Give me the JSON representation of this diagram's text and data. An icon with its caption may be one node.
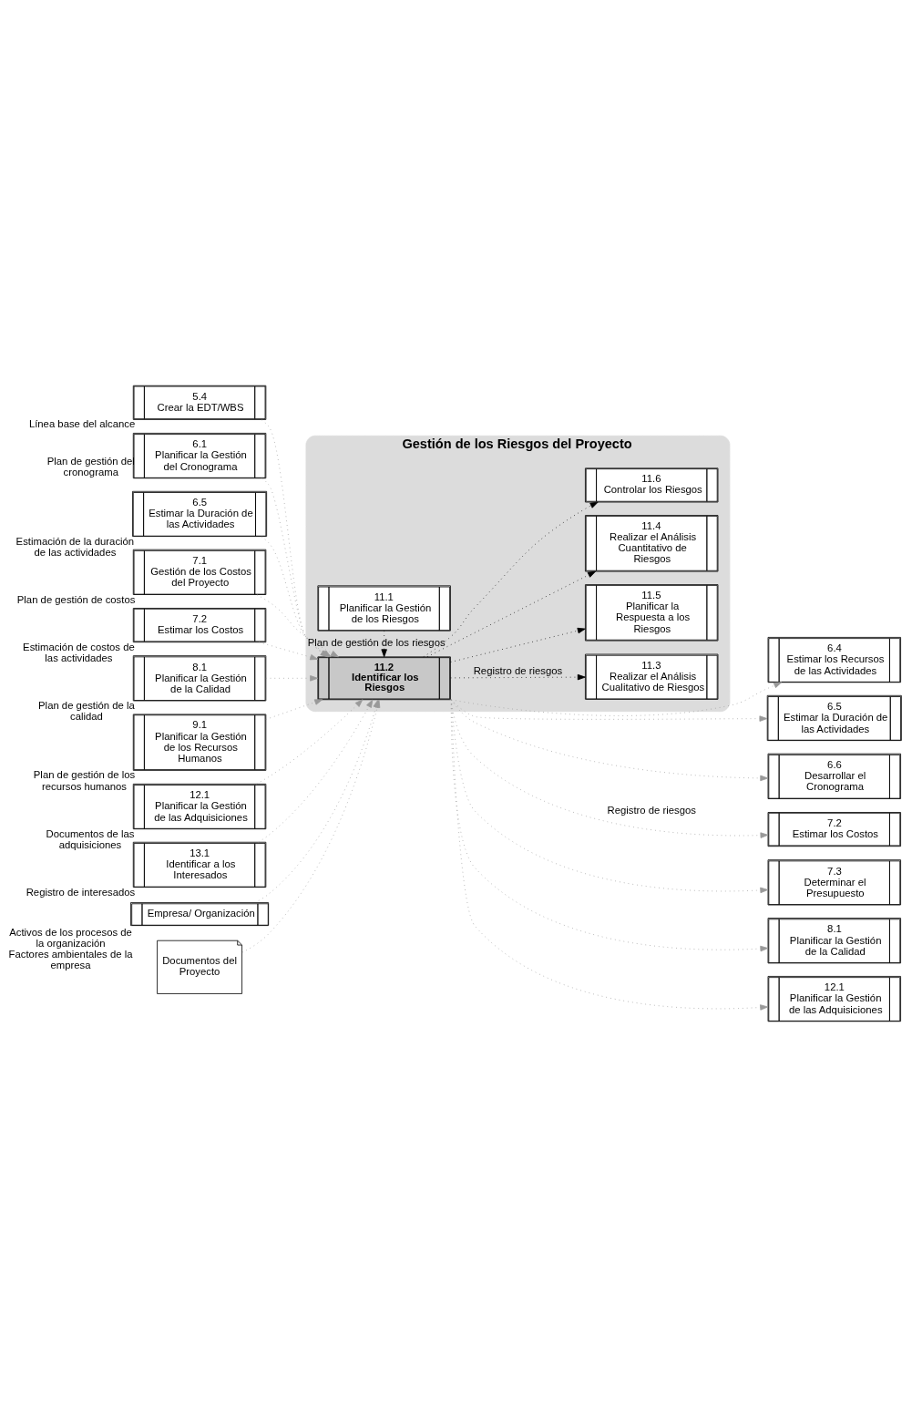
{
  "diagram": {
    "nodes": [
      {
        "text": [
          "5.4",
          "Crear la EDT/WBS"
        ],
        "beside": [
          "Línea base del alcance"
        ]
      },
      {
        "text": [
          "6.1",
          "Planificar la Gestión del Cronograma"
        ],
        "beside": [
          "Plan de gestión del cronograma"
        ]
      },
      {
        "text": [
          "6.5",
          "Estimar la Duración de las Actividades"
        ],
        "beside": [
          "Estimación de la duración de las actividades"
        ]
      },
      {
        "text": [
          "7.1",
          "Gestión de los Costos del Proyecto"
        ],
        "beside": [
          "Plan de gestión de costos"
        ]
      },
      {
        "text": [
          "7.2",
          "Estimar los Costos"
        ],
        "beside": [
          "Estimación de costos de las actividades"
        ]
      },
      {
        "text": [
          "8.1",
          "Planificar la Gestión de la Calidad"
        ],
        "beside": [
          "Plan de gestión de la calidad"
        ]
      },
      {
        "text": [
          "9.1",
          "Planificar la Gestión de los Recursos Humanos"
        ],
        "beside": [
          "Plan de gestión de los recursos humanos"
        ]
      },
      {
        "text": [
          "12.1",
          "Planificar la Gestión de las Adquisiciones"
        ],
        "beside": [
          "Documentos de las adquisiciones"
        ]
      },
      {
        "text": [
          "13.1",
          "Identificar a los Interesados"
        ],
        "beside": [
          "Registro de interesados"
        ]
      },
      {
        "text": [
          "Empresa/ Organización"
        ],
        "beside": [
          "Activos de los procesos de la organización",
          "Factores ambientales de la empresa"
        ]
      },
      {
        "text": [
          "Documentos del Proyecto"
        ]
      },
      {
        "text": [
          "Gestión de los Riesgos del Proyecto"
        ]
      },
      {
        "text": [
          "11.1",
          "Planificar la Gestión de los Riesgos"
        ],
        "in": 11
      },
      {
        "text": [
          "11.2",
          "Identificar los Riesgos"
        ],
        "in": 11
      },
      {
        "text": [
          "11.3",
          "Realizar el Análisis Cualitativo de Riesgos"
        ],
        "in": 11
      },
      {
        "text": [
          "11.5",
          "Planificar la Respuesta a los Riesgos"
        ],
        "in": 11
      },
      {
        "text": [
          "11.4",
          "Realizar el Análisis Cuantitativo de Riesgos"
        ],
        "in": 11
      },
      {
        "text": [
          "11.6",
          "Controlar los Riesgos"
        ],
        "in": 11
      },
      {
        "text": [
          "6.4",
          "Estimar los Recursos de las Actividades"
        ]
      },
      {
        "text": [
          "6.5",
          "Estimar la Duración de las Actividades"
        ]
      },
      {
        "text": [
          "6.6",
          "Desarrollar el Cronograma"
        ]
      },
      {
        "text": [
          "7.2",
          "Estimar los Costos"
        ]
      },
      {
        "text": [
          "7.3",
          "Determinar el Presupuesto"
        ]
      },
      {
        "text": [
          "8.1",
          "Planificar la Gestión de la Calidad"
        ]
      },
      {
        "text": [
          "12.1",
          "Planificar la Gestión de las Adquisiciones"
        ]
      }
    ],
    "edges": [
      {
        "from": 0,
        "to": 13,
        "arrow": "to",
        "style": "dashed"
      },
      {
        "from": 1,
        "to": 13,
        "arrow": "to",
        "style": "dashed"
      },
      {
        "from": 2,
        "to": 13,
        "arrow": "to",
        "style": "dashed"
      },
      {
        "from": 3,
        "to": 13,
        "arrow": "to",
        "style": "dashed"
      },
      {
        "from": 4,
        "to": 13,
        "arrow": "to",
        "style": "dashed"
      },
      {
        "from": 5,
        "to": 13,
        "arrow": "to",
        "style": "dashed"
      },
      {
        "from": 6,
        "to": 13,
        "arrow": "to",
        "style": "dashed"
      },
      {
        "from": 7,
        "to": 13,
        "arrow": "to",
        "style": "dashed"
      },
      {
        "from": 8,
        "to": 13,
        "arrow": "to",
        "style": "dashed"
      },
      {
        "from": 9,
        "to": 13,
        "arrow": "to",
        "style": "dashed"
      },
      {
        "from": 10,
        "to": 13,
        "arrow": "to",
        "style": "dashed"
      },
      {
        "from": 12,
        "to": 13,
        "label": "Plan de gestión de los riesgos",
        "arrow": "to",
        "style": "dashed",
        "color": "#000000"
      },
      {
        "from": 13,
        "to": 14,
        "label": "Registro de riesgos",
        "arrow": "to",
        "style": "dashed",
        "color": "#000000"
      },
      {
        "from": 13,
        "to": 15,
        "arrow": "to",
        "style": "dashed",
        "color": "#000000"
      },
      {
        "from": 13,
        "to": 16,
        "arrow": "to",
        "style": "dashed",
        "color": "#000000"
      },
      {
        "from": 13,
        "to": 17,
        "arrow": "to",
        "style": "dashed",
        "color": "#000000"
      },
      {
        "from": 13,
        "to": 18,
        "arrow": "to",
        "style": "dashed"
      },
      {
        "from": 13,
        "to": 19,
        "arrow": "to",
        "style": "dashed"
      },
      {
        "from": 13,
        "to": 20,
        "arrow": "to",
        "style": "dashed"
      },
      {
        "from": 13,
        "to": 21,
        "label": "Registro de riesgos",
        "arrow": "to",
        "style": "dashed"
      },
      {
        "from": 13,
        "to": 22,
        "arrow": "to",
        "style": "dashed"
      },
      {
        "from": 13,
        "to": 23,
        "arrow": "to",
        "style": "dashed"
      },
      {
        "from": 13,
        "to": 24,
        "arrow": "to",
        "style": "dashed"
      }
    ]
  }
}
